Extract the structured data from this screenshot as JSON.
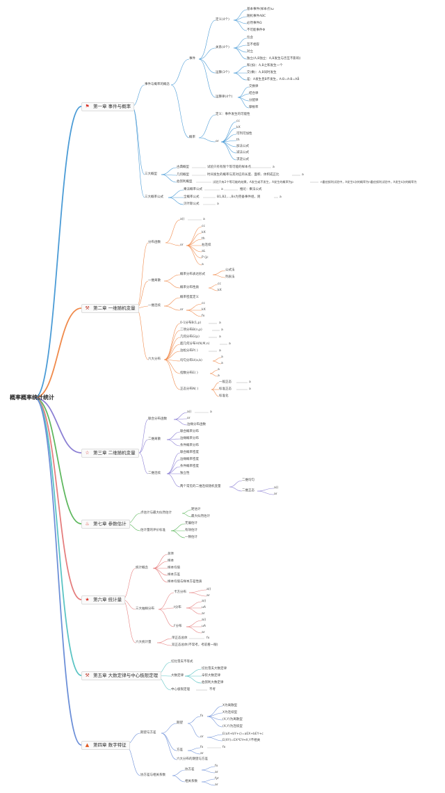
{
  "root": "概率概率统计统计",
  "colors": {
    "ch1": "#4a9bd6",
    "ch2": "#f08a4b",
    "ch3": "#8b7fd4",
    "ch7": "#5fb85f",
    "ch6": "#e57e7e",
    "ch5": "#5bc4c4",
    "ch4": "#6c8fd8"
  },
  "chapters": [
    {
      "key": "ch1",
      "title": "第一章 事件与概率",
      "icon": "flag-icon"
    },
    {
      "key": "ch2",
      "title": "第二章 一维随机变量",
      "icon": "tools-icon"
    },
    {
      "key": "ch3",
      "title": "第三章 二维随机变量",
      "icon": "star-outline-icon"
    },
    {
      "key": "ch7",
      "title": "第七章 参数估计",
      "icon": "bell-icon"
    },
    {
      "key": "ch6",
      "title": "第六章 统计量",
      "icon": "star-icon"
    },
    {
      "key": "ch5",
      "title": "第五章 大数定律与中心极限定理",
      "icon": "tools-icon"
    },
    {
      "key": "ch4",
      "title": "第四章 数字特征",
      "icon": "flame-icon"
    }
  ],
  "nodes": {
    "c1_prob_concept": "事件与概率的概念",
    "c1_event": "事件",
    "c1_def": "定义(4个)",
    "c1_def_1": "基本事件(样本点)ω",
    "c1_def_2": "随机事件ABC",
    "c1_def_3": "必然事件Ω",
    "c1_def_4": "不可能事件Φ",
    "c1_rel": "关系(4个)",
    "c1_rel_1": "包含",
    "c1_rel_2": "互不相容",
    "c1_rel_3": "对立",
    "c1_rel_4": "独立(A,B独立：A,B发生与否互不影响)",
    "c1_op": "运算(3个)",
    "c1_op_1": "和(加)：A,B之和发生一个",
    "c1_op_2": "交(乘)：A,B同时发生",
    "c1_op_3": "差：A发生且B不发生，A-B=A-B=AB̄",
    "c1_law": "运算律(4个)",
    "c1_law_1": "交换律",
    "c1_law_2": "结合律",
    "c1_law_3": "分配律",
    "c1_law_4": "摩根率",
    "c1_p": "概率",
    "c1_p_def": "定义：事件发生的可能性",
    "c1_p_or": "or",
    "c1_p_1": "cc",
    "c1_p_2": "kX",
    "c1_p_3": "可列可加性",
    "c1_p_4": "th",
    "c1_p_5": "加法公式",
    "c1_p_6": "减法公式",
    "c1_p_7": "求逆公式",
    "c1_models": "三大概型",
    "c1_m1": "古典概型",
    "c1_m1_d": "试验只有有限个等可能的样本点",
    "c1_m1_v": "a",
    "c1_m2": "几何概型",
    "c1_m2_d": "时间发生的概率与其对应的长度、面积、体积成正比",
    "c1_m2_v": "a",
    "c1_m3": "伯努利概型",
    "c1_m3_d": "试验只有2个等可能的结果，A发生或不发生，A发生的概率为p",
    "c1_m3_v": "n重伯努利试验中，A发生k次的概率为n重伯努利试验中，A发生k次的概率为",
    "c1_formulas": "三大概率公式",
    "c1_f1": "乘法概率公式",
    "c1_f1_v": "a",
    "c1_f1_e": "推论：乘法公式",
    "c1_f2": "全概率公式",
    "c1_f2_d": "B1,B2,...,Bn为完备事件组，则",
    "c1_f2_v": "a",
    "c1_f3": "贝叶斯公式",
    "c1_f3_v": "a",
    "c2_dist": "分布函数",
    "c2_d_a": "a()",
    "c2_d_a_v": "a",
    "c2_d_or": "or",
    "c2_d_1": "cc",
    "c2_d_2": "kX",
    "c2_d_3": "th",
    "c2_d_4": "右连续",
    "c2_d_5": "aL",
    "c2_d_6": "P  (jc",
    "c2_d_7": "a",
    "c2_disc": "一维离散",
    "c2_disc_1": "概率分布表达形式",
    "c2_disc_1a": "公式法",
    "c2_disc_1b": "列表法",
    "c2_disc_2": "概率分布性质",
    "c2_disc_2a": "cc",
    "c2_disc_2b": "kX",
    "c2_cont": "一维连续",
    "c2_cont_1": "概率密度定义",
    "c2_cont_or": "or",
    "c2_cont_a": "cc",
    "c2_cont_b": "kX",
    "c2_cont_c": "fx",
    "c2_six": "六大分布",
    "c2_s1": "0-1分布B(1,p)",
    "c2_s1_v": "a",
    "c2_s2": "二项分布B(n,p)",
    "c2_s2_v": "a",
    "c2_s3": "几何分布G(p)",
    "c2_s3_v": "a",
    "c2_s4": "超几何分布H(N,M,n)",
    "c2_s4_v": "a",
    "c2_s5": "泊松分布P( )",
    "c2_s5_v": "a",
    "c2_s6": "均匀分布U(a,b)",
    "c2_s6_v1": "a",
    "c2_s6_v2": "a",
    "c2_s7": "指数分布E( )",
    "c2_s7_v1": "a",
    "c2_s7_v2": "a",
    "c2_s8": "正态分布N( )",
    "c2_s8_1": "一般正态",
    "c2_s8_1v": "a",
    "c2_s8_2": "标准正态",
    "c2_s8_2v": "a",
    "c2_s8_3": "标准化",
    "c3_joint": "联合分布函数",
    "c3_j_1": "a()",
    "c3_j_1v": "a",
    "c3_j_or": "or",
    "c3_j_2": "边缘分布函数",
    "c3_disc": "二维离散",
    "c3_disc_1": "联合概率分布",
    "c3_disc_2": "边缘概率分布",
    "c3_disc_3": "条件概率分布",
    "c3_cont": "二维连续",
    "c3_cont_1": "联合概率密度",
    "c3_cont_2": "边缘概率密度",
    "c3_cont_3": "条件概率密度",
    "c3_cont_4": "独立性",
    "c3_cont_5": "两个常见的二维连续随机变量",
    "c3_cont_5a": "二维均匀",
    "c3_cont_5b": "二维正态",
    "c3_cont_5b1": "a()",
    "c3_cont_5b2": "ar",
    "c7_point": "点估计与最大似然估计",
    "c7_point_1": "矩估计",
    "c7_point_2": "最大似然估计",
    "c7_eval": "估计量的评价标准",
    "c7_eval_1": "无偏估计",
    "c7_eval_2": "有效估计",
    "c7_eval_3": "一致估计",
    "c6_concept": "统计概念",
    "c6_c1": "总体",
    "c6_c2": "样本",
    "c6_c3": "样本均值",
    "c6_c4": "样本方差",
    "c6_c5": "样本均值与样本方差性质",
    "c6_three": "三大抽样分布",
    "c6_t1": "卡方分布",
    "c6_t1a": "a()",
    "c6_t1b": "ar",
    "c6_t2": "t分布",
    "c6_t2a": "a()",
    "c6_t2b": "uA",
    "c6_t2c": "ar",
    "c6_t3": "F分布",
    "c6_t3a": "a()",
    "c6_t3b": "uA",
    "c6_t3c": "ar",
    "c6_six": "六大统计量",
    "c6_s1": "单正态总体",
    "c6_s1v": "fx",
    "c6_s2": "双正态总体(不常考，考前看一眼)",
    "c5_cheb": "切比雪夫不等式",
    "c5_lln": "大数定律",
    "c5_lln_1": "切比雪夫大数定律",
    "c5_lln_2": "辛钦大数定律",
    "c5_lln_3": "伯努利大数定律",
    "c5_clt": "中心极限定理",
    "c5_clt_v": "不考",
    "c4_mv": "期望与方差",
    "c4_exp": "期望",
    "c4_exp_fx": "fx",
    "c4_exp_1": "X为离散型",
    "c4_exp_2": "X为连续型",
    "c4_exp_3": "(X,Y)为离散型",
    "c4_exp_4": "(X,Y)为连续型",
    "c4_exp_or": "or",
    "c4_exp_5": "E(aX+bY+c)=aEX+bEY+c",
    "c4_exp_6": "E(XY)=EX*EY⇔X,Y不相关",
    "c4_var": "方差",
    "c4_var_fx": "fx",
    "c4_var_fxv": "fx",
    "c4_var_or": "ar",
    "c4_six": "六大分布的期望与方差",
    "c4_cov": "协方差与相关系数",
    "c4_cov_1": "协方差",
    "c4_cov_1a": "fx",
    "c4_cov_1b": "ar",
    "c4_cov_2": "相关系数",
    "c4_cov_2a": "fyr",
    "c4_cov_2b": "ar"
  }
}
